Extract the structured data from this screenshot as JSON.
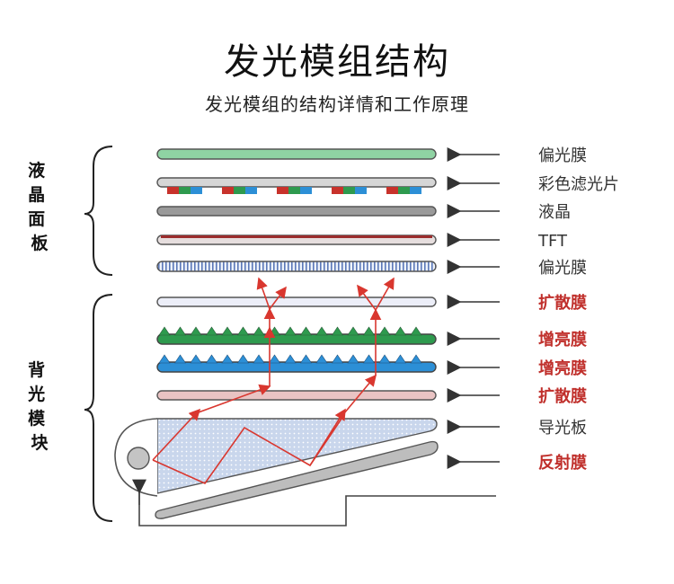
{
  "header": {
    "title": "发光模组结构",
    "subtitle": "发光模组的结构详情和工作原理"
  },
  "groups": {
    "lcd_panel": "液晶面板",
    "backlight": "背光模块"
  },
  "layers": [
    {
      "key": "polarizer_top",
      "label": "偏光膜"
    },
    {
      "key": "color_filter",
      "label": "彩色滤光片"
    },
    {
      "key": "liquid_crystal",
      "label": "液晶"
    },
    {
      "key": "tft",
      "label": "TFT"
    },
    {
      "key": "polarizer_bottom",
      "label": "偏光膜"
    },
    {
      "key": "diffuser_top",
      "label": "扩散膜"
    },
    {
      "key": "prism_top",
      "label": "增亮膜"
    },
    {
      "key": "prism_bottom",
      "label": "增亮膜"
    },
    {
      "key": "diffuser_bottom",
      "label": "扩散膜"
    },
    {
      "key": "light_guide",
      "label": "导光板"
    },
    {
      "key": "reflector",
      "label": "反射膜"
    }
  ],
  "colors": {
    "backlight_label": "#c0302c",
    "panel_label": "#333333",
    "light_ray": "#d9372f",
    "polarizer_green": "#8fd3a3",
    "prism_green": "#2e9a4e",
    "prism_blue": "#2c8fd6",
    "diffuser_pink": "#e9c3c3"
  }
}
